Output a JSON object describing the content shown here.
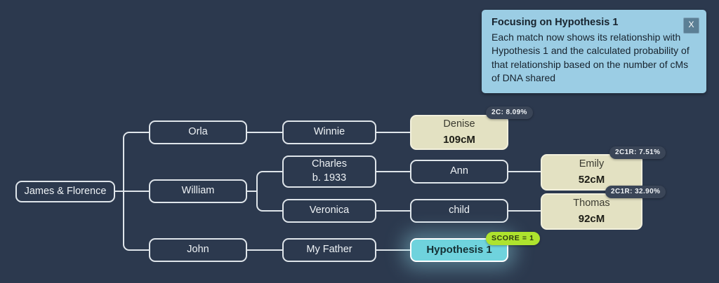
{
  "background_color": "#2c394e",
  "tooltip": {
    "title": "Focusing on Hypothesis 1",
    "body": "Each match now shows its relationship with Hypothesis 1 and the calculated probability of that relationship based on the number of cMs of DNA shared",
    "close_label": "X",
    "background_color": "#9bcde4"
  },
  "nodes": {
    "root": {
      "label": "James & Florence"
    },
    "orla": {
      "label": "Orla"
    },
    "william": {
      "label": "William"
    },
    "john": {
      "label": "John"
    },
    "winnie": {
      "label": "Winnie"
    },
    "charles": {
      "label": "Charles",
      "line2": "b. 1933"
    },
    "veronica": {
      "label": "Veronica"
    },
    "my_father": {
      "label": "My Father"
    },
    "ann": {
      "label": "Ann"
    },
    "child": {
      "label": "child"
    },
    "denise": {
      "name": "Denise",
      "cm": "109cM"
    },
    "emily": {
      "name": "Emily",
      "cm": "52cM"
    },
    "thomas": {
      "name": "Thomas",
      "cm": "92cM"
    },
    "hypothesis": {
      "label": "Hypothesis 1"
    }
  },
  "badges": {
    "denise": {
      "text": "2C: 8.09%"
    },
    "emily": {
      "text": "2C1R: 7.51%"
    },
    "thomas": {
      "text": "2C1R: 32.90%"
    },
    "score": {
      "text": "SCORE = 1",
      "color": "#aee32e"
    }
  },
  "colors": {
    "match_node": "#e3e1c2",
    "hypothesis_node": "#6fd3dd",
    "node_border": "#dfe5ea",
    "badge": "#3a4557"
  }
}
